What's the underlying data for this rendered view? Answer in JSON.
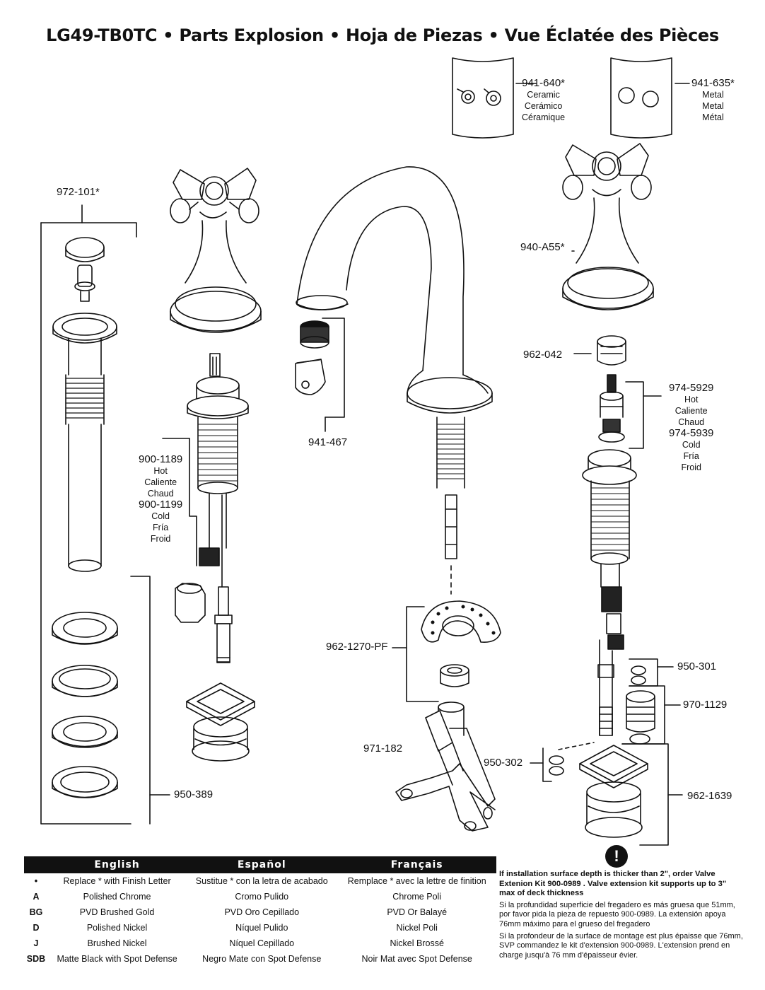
{
  "title": "LG49-TB0TC • Parts Explosion • Hoja de Piezas • Vue Éclatée des Pièces",
  "parts": {
    "p941_640": {
      "pn": "941-640*",
      "l1": "Ceramic",
      "l2": "Cerámico",
      "l3": "Céramique"
    },
    "p941_635": {
      "pn": "941-635*",
      "l1": "Metal",
      "l2": "Metal",
      "l3": "Métal"
    },
    "p972_101": {
      "pn": "972-101*"
    },
    "p940_a55": {
      "pn": "940-A55*"
    },
    "p962_042": {
      "pn": "962-042"
    },
    "p974_5929": {
      "pn": "974-5929",
      "l1": "Hot",
      "l2": "Caliente",
      "l3": "Chaud"
    },
    "p974_5939": {
      "pn": "974-5939",
      "l1": "Cold",
      "l2": "Fría",
      "l3": "Froid"
    },
    "p941_467": {
      "pn": "941-467"
    },
    "p900_1189": {
      "pn": "900-1189",
      "l1": "Hot",
      "l2": "Caliente",
      "l3": "Chaud"
    },
    "p900_1199": {
      "pn": "900-1199",
      "l1": "Cold",
      "l2": "Fría",
      "l3": "Froid"
    },
    "p962_1270": {
      "pn": "962-1270-PF"
    },
    "p950_301": {
      "pn": "950-301"
    },
    "p970_1129": {
      "pn": "970-1129"
    },
    "p971_182": {
      "pn": "971-182"
    },
    "p950_302": {
      "pn": "950-302"
    },
    "p950_389": {
      "pn": "950-389"
    },
    "p962_1639": {
      "pn": "962-1639"
    }
  },
  "legend": {
    "headers": [
      "English",
      "Español",
      "Français"
    ],
    "rows": [
      {
        "code": "•",
        "en": "Replace * with Finish Letter",
        "es": "Sustitue * con la letra de acabado",
        "fr": "Remplace * avec la lettre de finition"
      },
      {
        "code": "A",
        "en": "Polished Chrome",
        "es": "Cromo Pulido",
        "fr": "Chrome Poli"
      },
      {
        "code": "BG",
        "en": "PVD Brushed Gold",
        "es": "PVD Oro Cepillado",
        "fr": "PVD Or Balayé"
      },
      {
        "code": "D",
        "en": "Polished Nickel",
        "es": "Níquel Pulido",
        "fr": "Nickel Poli"
      },
      {
        "code": "J",
        "en": "Brushed Nickel",
        "es": "Níquel Cepillado",
        "fr": "Nickel Brossé"
      },
      {
        "code": "SDB",
        "en": "Matte Black with Spot Defense",
        "es": "Negro Mate con Spot Defense",
        "fr": "Noir Mat avec Spot Defense"
      }
    ]
  },
  "warning_symbol": "!",
  "note": {
    "bold": "If installation surface depth is thicker than 2\", order Valve Extenion Kit 900-0989 . Valve extension kit supports up to 3\" max of deck thickness",
    "es": "Si la profundidad superficie del fregadero es más gruesa que 51mm, por favor pida la pieza de repuesto 900-0989. La extensión apoya 76mm máximo para el grueso del fregadero",
    "fr": "Si la profondeur de la surface de montage est plus épaisse que 76mm, SVP commandez le kit d'extension 900-0989. L'extension prend en charge jusqu'à 76 mm d'épaisseur évier."
  }
}
